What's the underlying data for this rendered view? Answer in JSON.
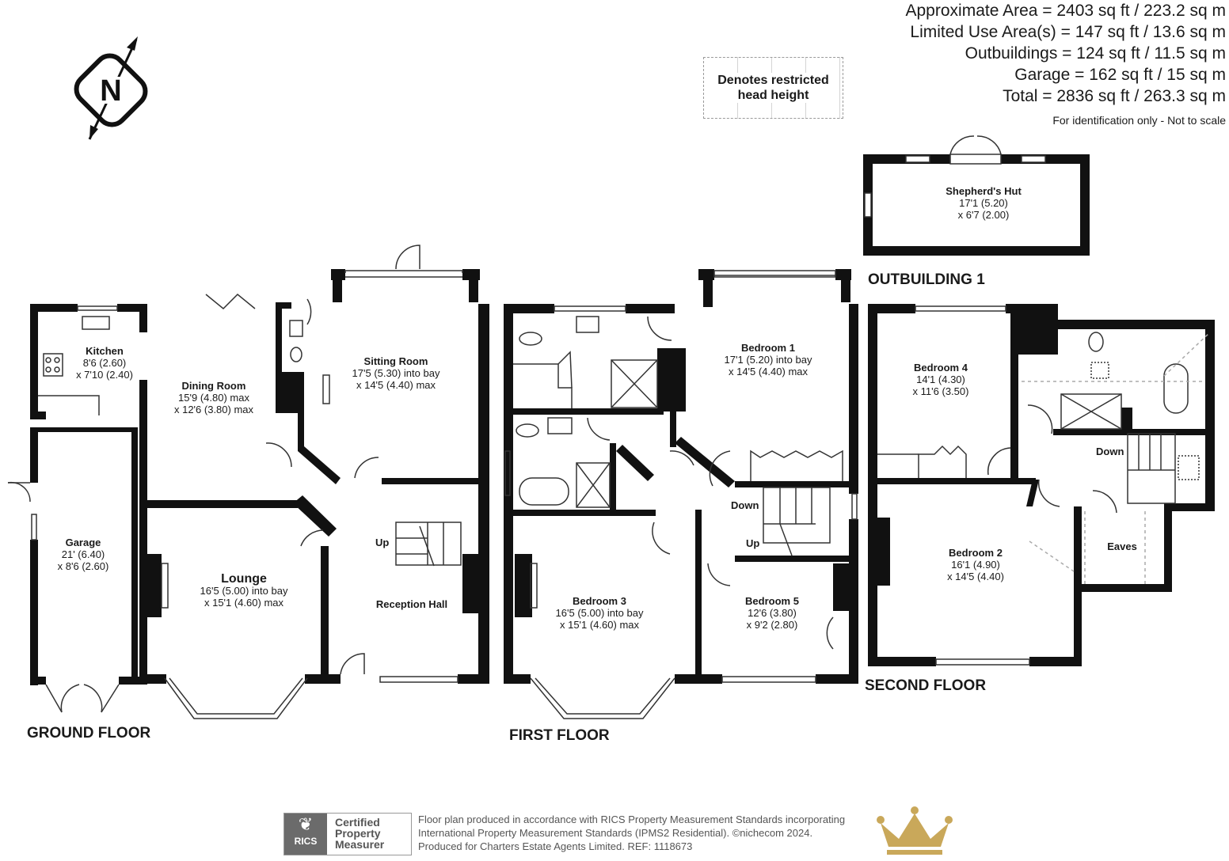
{
  "areas": [
    "Approximate Area = 2403 sq ft / 223.2 sq m",
    "Limited Use Area(s) = 147 sq ft / 13.6 sq m",
    "Outbuildings = 124 sq ft / 11.5 sq m",
    "Garage = 162 sq ft / 15 sq m",
    "Total = 2836 sq ft / 263.3 sq m"
  ],
  "note": "For identification only - Not to scale",
  "legend": {
    "line1": "Denotes restricted",
    "line2": "head height"
  },
  "compass": {
    "letter": "N"
  },
  "floors": {
    "ground": "GROUND FLOOR",
    "first": "FIRST FLOOR",
    "second": "SECOND FLOOR",
    "outbuilding": "OUTBUILDING 1"
  },
  "rooms": {
    "kitchen": {
      "name": "Kitchen",
      "d1": "8'6 (2.60)",
      "d2": "x 7'10 (2.40)"
    },
    "dining": {
      "name": "Dining Room",
      "d1": "15'9 (4.80) max",
      "d2": "x 12'6 (3.80) max"
    },
    "sitting": {
      "name": "Sitting Room",
      "d1": "17'5 (5.30) into bay",
      "d2": "x 14'5 (4.40) max"
    },
    "garage": {
      "name": "Garage",
      "d1": "21' (6.40)",
      "d2": "x 8'6 (2.60)"
    },
    "lounge": {
      "name": "Lounge",
      "d1": "16'5 (5.00) into bay",
      "d2": "x 15'1 (4.60) max"
    },
    "reception": {
      "name": "Reception Hall"
    },
    "bed1": {
      "name": "Bedroom 1",
      "d1": "17'1 (5.20) into bay",
      "d2": "x 14'5 (4.40) max"
    },
    "bed3": {
      "name": "Bedroom 3",
      "d1": "16'5 (5.00) into bay",
      "d2": "x 15'1 (4.60) max"
    },
    "bed5": {
      "name": "Bedroom 5",
      "d1": "12'6 (3.80)",
      "d2": "x 9'2 (2.80)"
    },
    "bed4": {
      "name": "Bedroom 4",
      "d1": "14'1 (4.30)",
      "d2": "x 11'6 (3.50)"
    },
    "bed2": {
      "name": "Bedroom 2",
      "d1": "16'1 (4.90)",
      "d2": "x 14'5 (4.40)"
    },
    "hut": {
      "name": "Shepherd's Hut",
      "d1": "17'1 (5.20)",
      "d2": "x 6'7 (2.00)"
    },
    "eaves": {
      "name": "Eaves"
    }
  },
  "stairs": {
    "up": "Up",
    "down": "Down"
  },
  "footer": {
    "line1": "Floor plan produced in accordance with RICS Property Measurement Standards incorporating",
    "line2": "International Property Measurement Standards (IPMS2 Residential).   ©nichecom 2024.",
    "line3": "Produced for Charters Estate Agents Limited.   REF:  1118673"
  },
  "rics": {
    "brand": "RICS",
    "c1": "Certified",
    "c2": "Property",
    "c3": "Measurer"
  },
  "colors": {
    "wall": "#111111",
    "fixture": "#444444",
    "crown": "#c9a85a"
  }
}
